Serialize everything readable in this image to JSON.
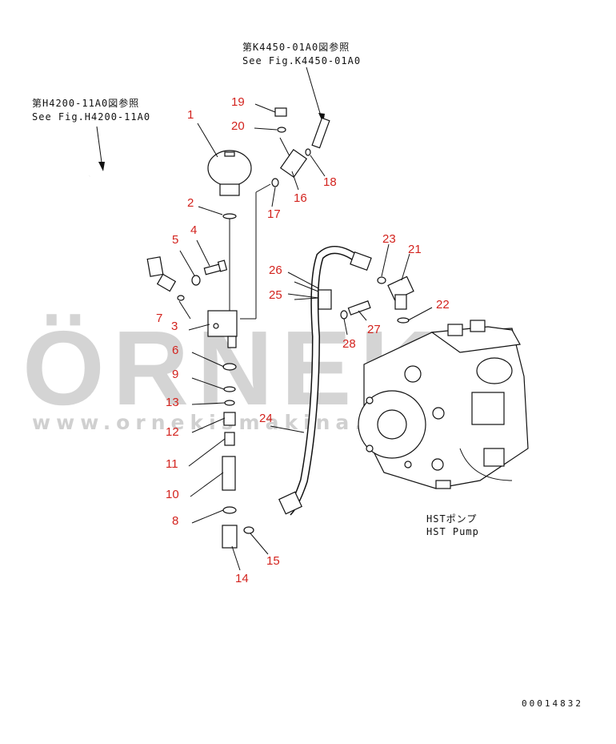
{
  "references": {
    "top_jp": "第K4450-01A0図参照",
    "top_en": "See Fig.K4450-01A0",
    "left_jp": "第H4200-11A0図参照",
    "left_en": "See Fig.H4200-11A0"
  },
  "pump_label": {
    "jp": "HSTポンプ",
    "en": "HST Pump"
  },
  "part_numbers": [
    "1",
    "2",
    "3",
    "4",
    "5",
    "6",
    "7",
    "8",
    "9",
    "10",
    "11",
    "12",
    "13",
    "14",
    "15",
    "16",
    "17",
    "18",
    "19",
    "20",
    "21",
    "22",
    "23",
    "24",
    "25",
    "26",
    "27",
    "28"
  ],
  "watermark": {
    "brand": "ÖRNEK",
    "url": "www.ornekismakina.com.tr"
  },
  "drawing_id": "00014832",
  "colors": {
    "callout_numbers": "#d3231e",
    "line_art": "#111111",
    "watermark": "#d4d4d4"
  }
}
